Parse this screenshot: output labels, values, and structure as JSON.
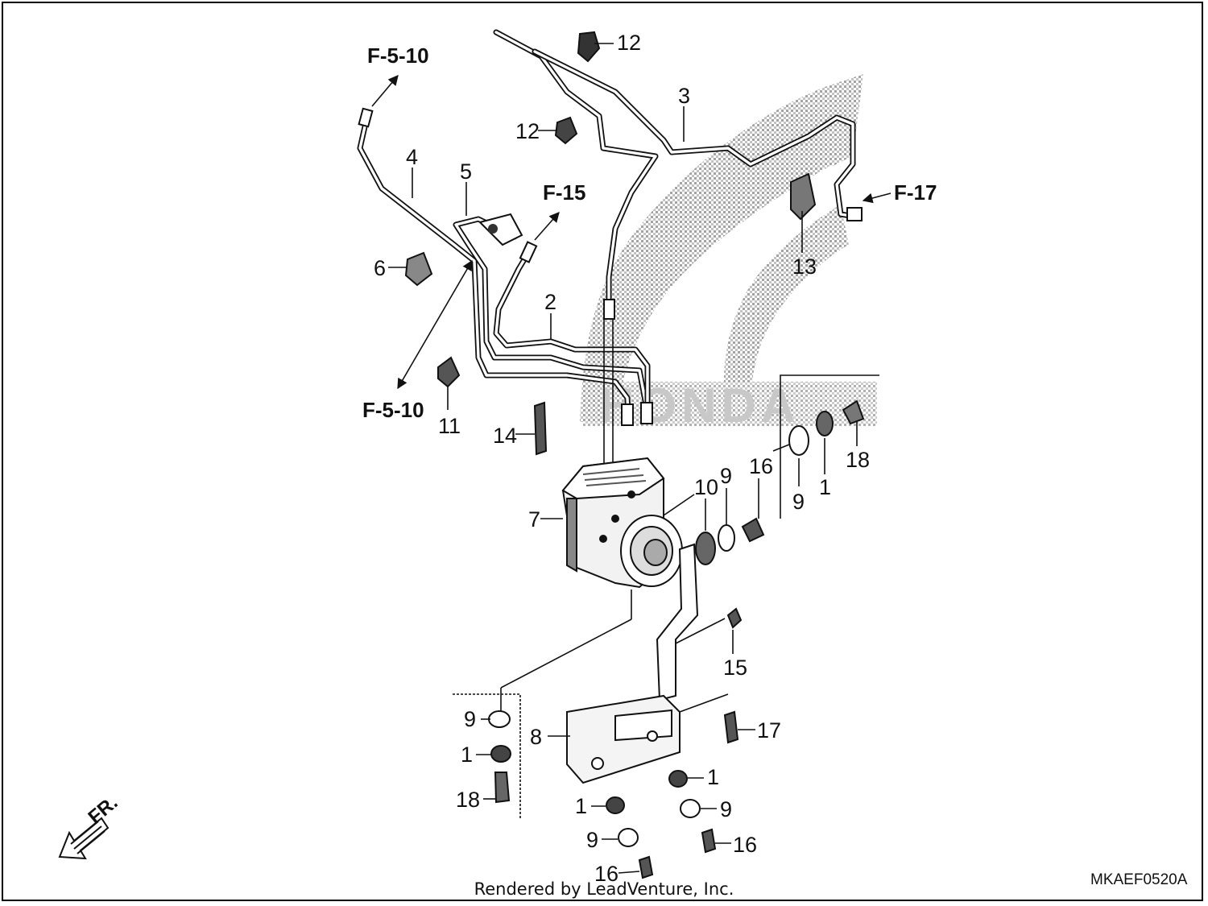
{
  "diagram": {
    "drawing_code": "MKAEF0520A",
    "footer_credit": "Rendered by LeadVenture, Inc.",
    "direction_marker": "FR.",
    "references": [
      "F-5-10",
      "F-15",
      "F-5-10",
      "F-17"
    ],
    "callouts": [
      "12",
      "12",
      "3",
      "4",
      "5",
      "2",
      "6",
      "11",
      "14",
      "13",
      "7",
      "10",
      "9",
      "16",
      "9",
      "1",
      "18",
      "16",
      "15",
      "8",
      "17",
      "9",
      "1",
      "18",
      "1",
      "9",
      "1",
      "9",
      "16",
      "16"
    ],
    "brand_watermark": "HONDA"
  }
}
